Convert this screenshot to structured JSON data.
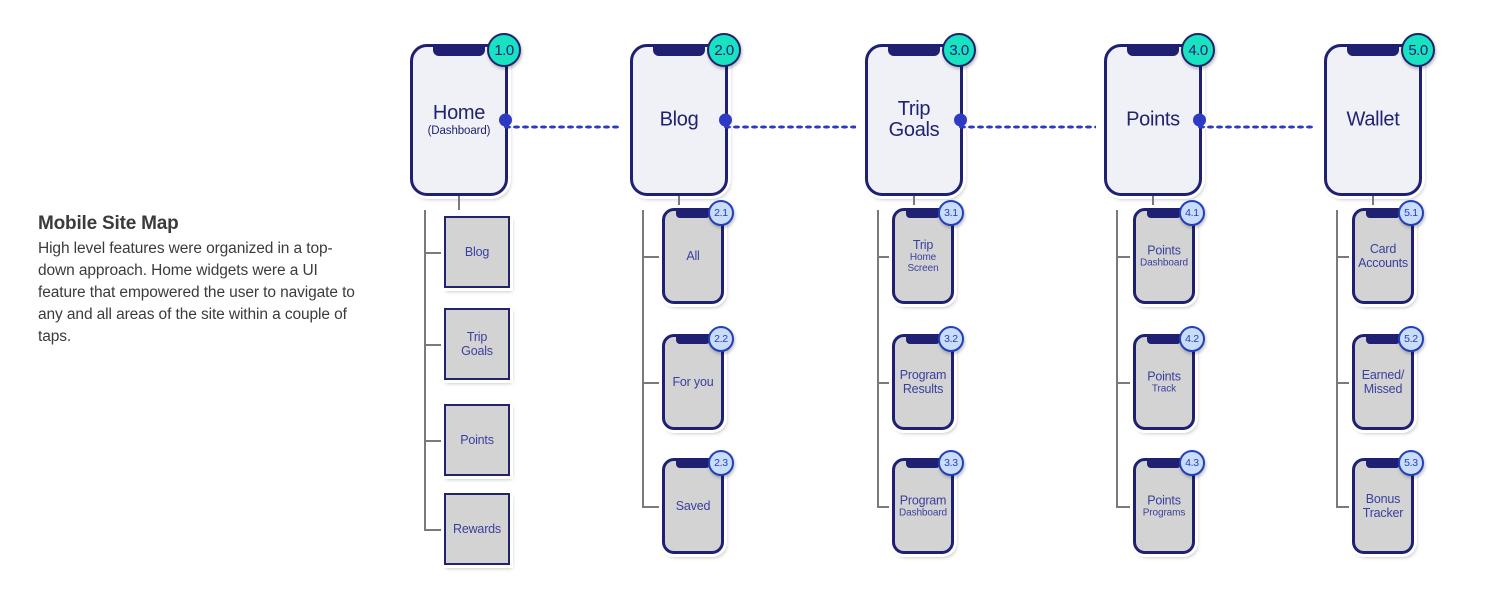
{
  "description": {
    "title": "Mobile Site Map",
    "body": "High level features were organized in a top-down approach. Home widgets were a UI feature that empowered the user to navigate to any and all areas of the site within a couple of taps."
  },
  "colors": {
    "navy": "#1f2072",
    "label_blue": "#3a3f9e",
    "badge_teal": "#18e2c0",
    "badge_light_blue": "#c9dcfa",
    "badge_border_blue": "#2340b8",
    "dot_blue": "#2d3bc4",
    "screen_top": "#f0f0f7",
    "screen_sub": "#d3d3d3",
    "connector_gray": "#7a7a7a",
    "text_gray": "#3b3b3b"
  },
  "columns": [
    {
      "id": "home",
      "badge": "1.0",
      "title": "Home",
      "subtitle": "(Dashboard)",
      "child_shape": "square",
      "children": [
        {
          "badge": "",
          "line1": "Blog",
          "line2": ""
        },
        {
          "badge": "",
          "line1": "Trip",
          "line2": "Goals"
        },
        {
          "badge": "",
          "line1": "Points",
          "line2": ""
        },
        {
          "badge": "",
          "line1": "Rewards",
          "line2": ""
        }
      ]
    },
    {
      "id": "blog",
      "badge": "2.0",
      "title": "Blog",
      "subtitle": "",
      "child_shape": "phone",
      "children": [
        {
          "badge": "2.1",
          "line1": "All",
          "line2": ""
        },
        {
          "badge": "2.2",
          "line1": "For you",
          "line2": ""
        },
        {
          "badge": "2.3",
          "line1": "Saved",
          "line2": ""
        }
      ]
    },
    {
      "id": "trip-goals",
      "badge": "3.0",
      "title": "Trip Goals",
      "subtitle": "",
      "child_shape": "phone",
      "children": [
        {
          "badge": "3.1",
          "line1": "Trip",
          "line2": "Home Screen"
        },
        {
          "badge": "3.2",
          "line1": "Program",
          "line2": "",
          "line1b": "Results"
        },
        {
          "badge": "3.3",
          "line1": "Program",
          "line2": "Dashboard"
        }
      ]
    },
    {
      "id": "points",
      "badge": "4.0",
      "title": "Points",
      "subtitle": "",
      "child_shape": "phone",
      "children": [
        {
          "badge": "4.1",
          "line1": "Points",
          "line2": "Dashboard"
        },
        {
          "badge": "4.2",
          "line1": "Points",
          "line2": "Track"
        },
        {
          "badge": "4.3",
          "line1": "Points",
          "line2": "Programs"
        }
      ]
    },
    {
      "id": "wallet",
      "badge": "5.0",
      "title": "Wallet",
      "subtitle": "",
      "child_shape": "phone",
      "children": [
        {
          "badge": "5.1",
          "line1": "Card",
          "line2": "",
          "line1b": "Accounts"
        },
        {
          "badge": "5.2",
          "line1": "Earned/",
          "line2": "",
          "line1b": "Missed"
        },
        {
          "badge": "5.3",
          "line1": "Bonus",
          "line2": "",
          "line1b": "Tracker"
        }
      ]
    }
  ]
}
